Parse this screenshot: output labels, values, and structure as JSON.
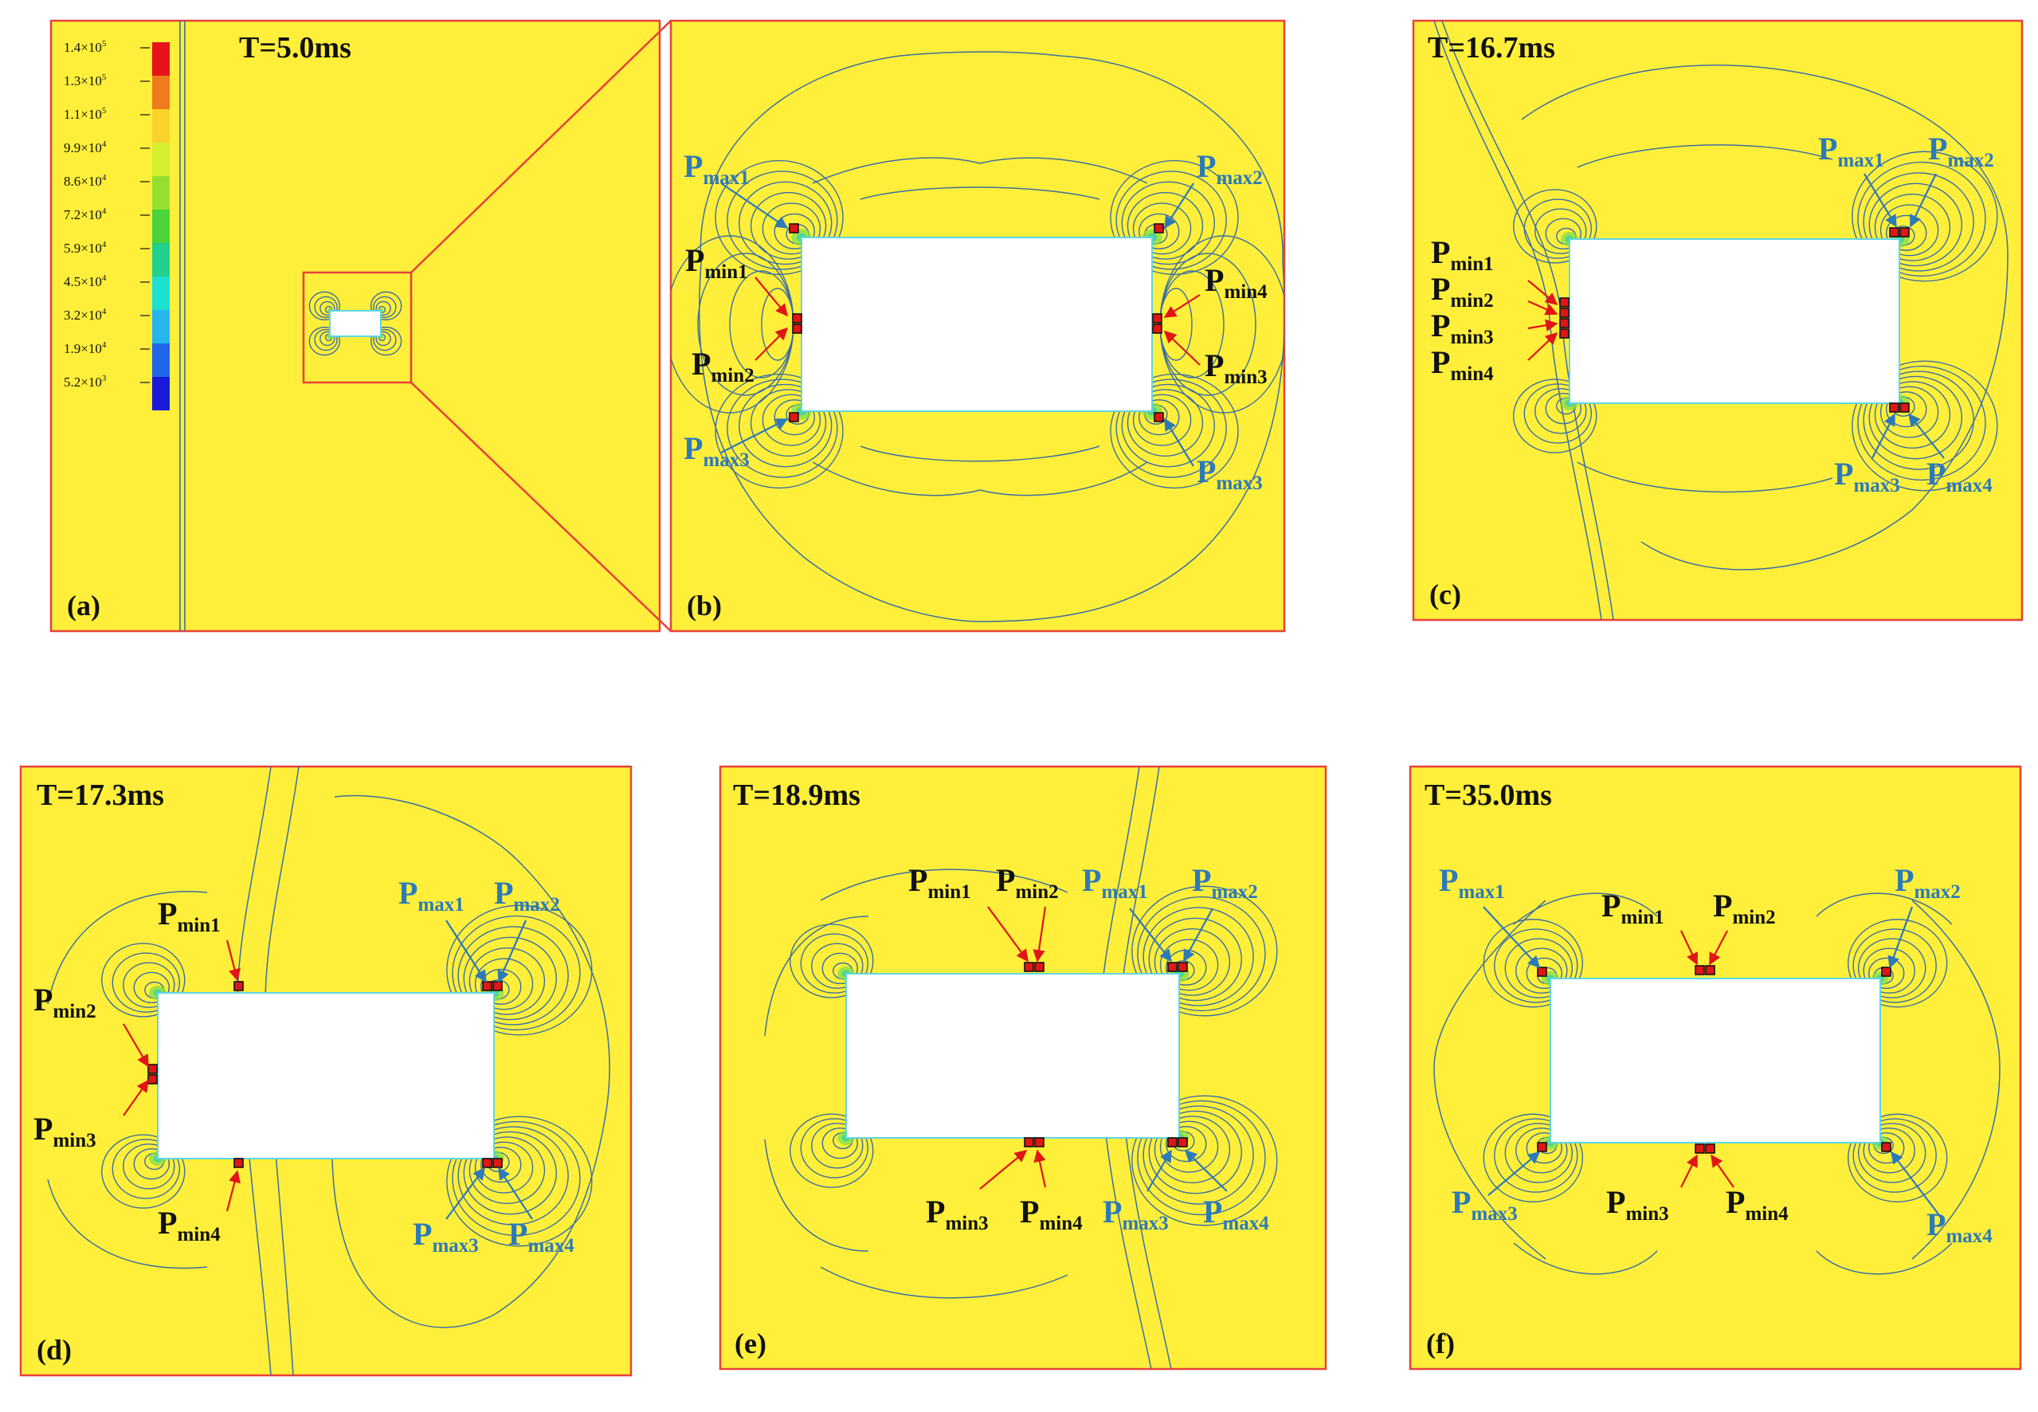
{
  "colors": {
    "background_field": "#ffef3a",
    "panel_border": "#e8413a",
    "contour_line": "#3c6fa0",
    "label_max": "#2d7ab8",
    "label_min": "#111111",
    "arrow_max": "#2d7ab8",
    "arrow_min": "#e01515",
    "gauge": "#e01515",
    "zoom_line": "#e8413a"
  },
  "colorbar": {
    "labels": [
      {
        "base": "1.4×10",
        "exp": "5"
      },
      {
        "base": "1.3×10",
        "exp": "5"
      },
      {
        "base": "1.1×10",
        "exp": "5"
      },
      {
        "base": "9.9×10",
        "exp": "4"
      },
      {
        "base": "8.6×10",
        "exp": "4"
      },
      {
        "base": "7.2×10",
        "exp": "4"
      },
      {
        "base": "5.9×10",
        "exp": "4"
      },
      {
        "base": "4.5×10",
        "exp": "4"
      },
      {
        "base": "3.2×10",
        "exp": "4"
      },
      {
        "base": "1.9×10",
        "exp": "4"
      },
      {
        "base": "5.2×10",
        "exp": "3"
      }
    ],
    "colors": [
      "#e8121a",
      "#f07a1e",
      "#fdd22a",
      "#d6ef2e",
      "#95e02e",
      "#4ad43a",
      "#21d08c",
      "#1ce0d0",
      "#26b6ee",
      "#2166e8",
      "#1a1ad8"
    ]
  },
  "panels": [
    {
      "id": "a",
      "panel_label": "(a)",
      "time": "T=5.0ms"
    },
    {
      "id": "b",
      "panel_label": "(b)",
      "time": ""
    },
    {
      "id": "c",
      "panel_label": "(c)",
      "time": "T=16.7ms"
    },
    {
      "id": "d",
      "panel_label": "(d)",
      "time": "T=17.3ms"
    },
    {
      "id": "e",
      "panel_label": "(e)",
      "time": "T=18.9ms"
    },
    {
      "id": "f",
      "panel_label": "(f)",
      "time": "T=35.0ms"
    }
  ],
  "gauges": {
    "P": "P",
    "max": [
      "max1",
      "max2",
      "max3",
      "max4"
    ],
    "min": [
      "min1",
      "min2",
      "min3",
      "min4"
    ]
  }
}
